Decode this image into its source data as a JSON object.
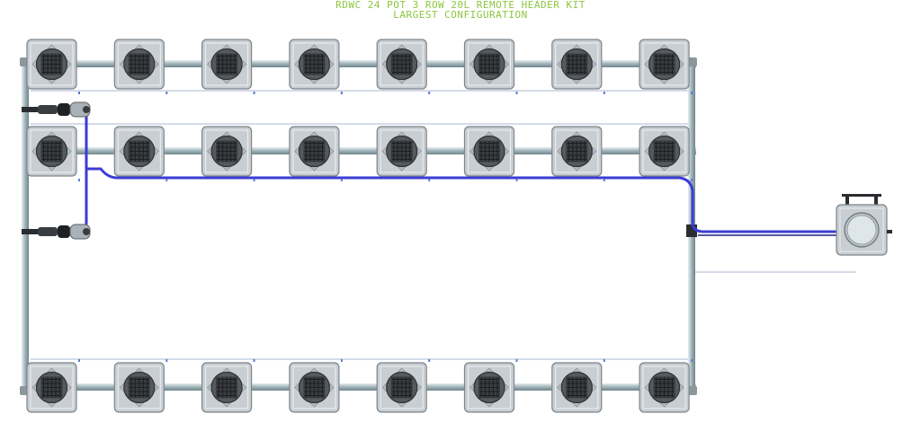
{
  "title": {
    "line1": "RDWC 24 POT 3 ROW 20L REMOTE HEADER KIT",
    "line2": "LARGEST CONFIGURATION"
  },
  "colors": {
    "title": "#8cc63f",
    "pot_body": "#c9ced3",
    "pot_edge": "#7c858c",
    "pot_center": "#3a3d40",
    "pipe": "#9fb3b8",
    "tube": "#3b3bd6",
    "line_light": "#d6dbe8"
  },
  "layout": {
    "rows": 3,
    "pots_per_row": 8,
    "header_tanks": 1,
    "pump_connectors": 2
  }
}
